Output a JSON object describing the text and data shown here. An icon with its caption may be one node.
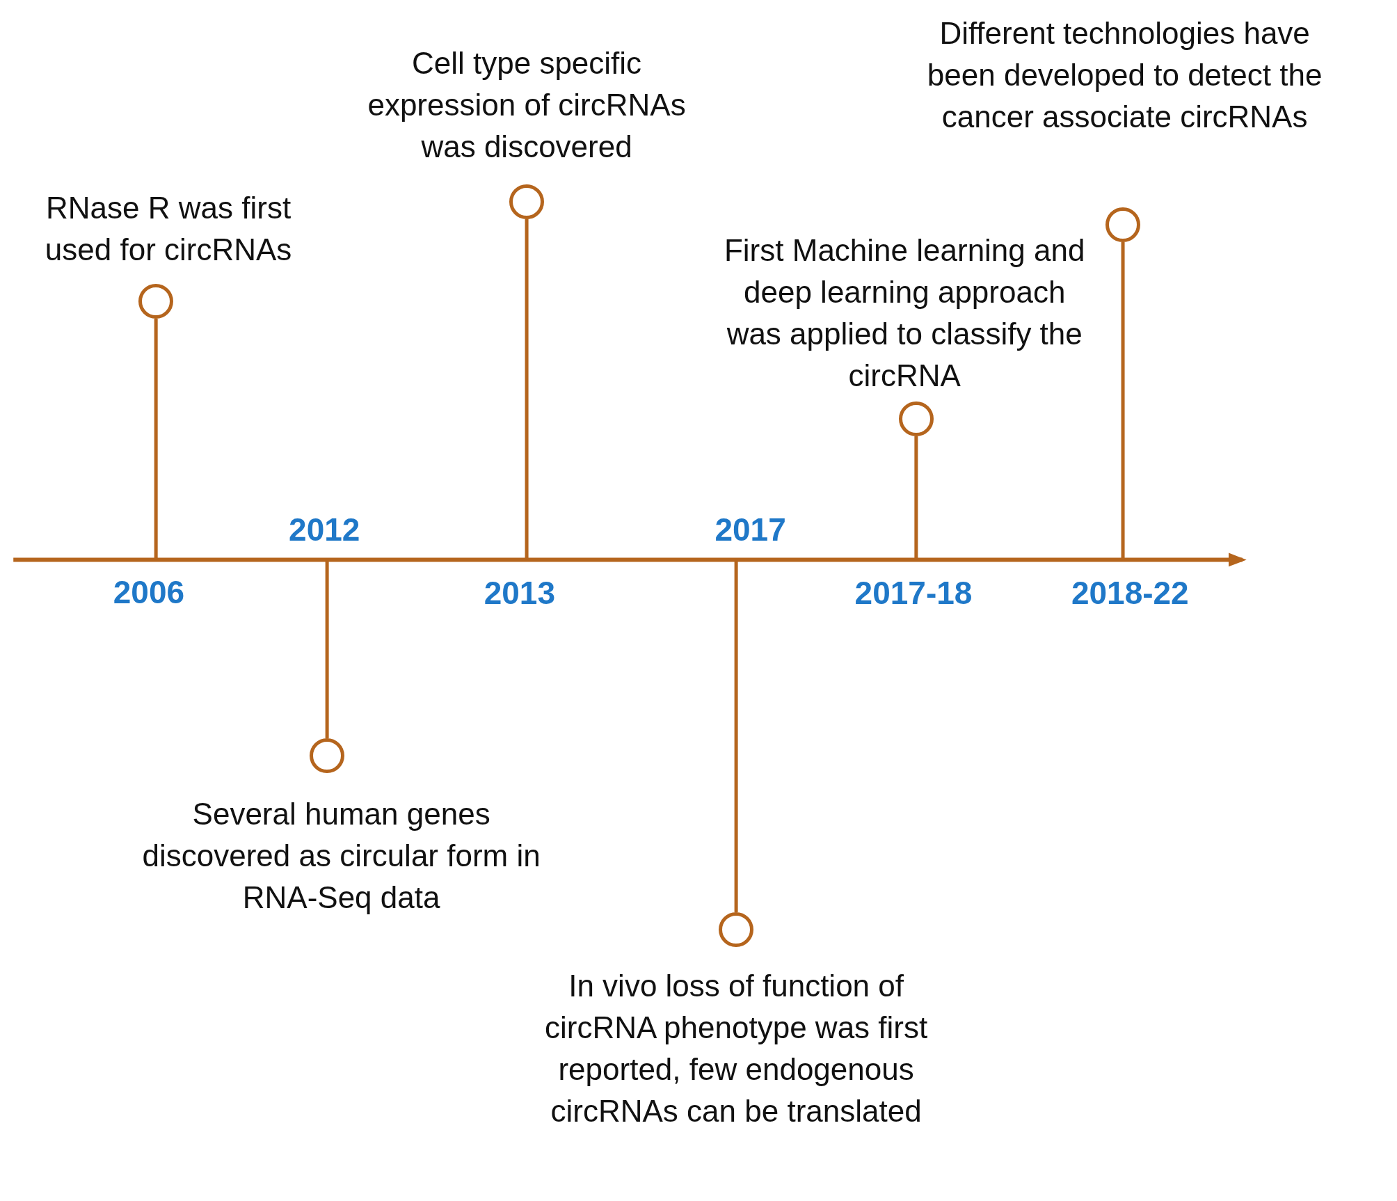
{
  "diagram": {
    "nodes": [
      {
        "text": [],
        "shape": "circle",
        "beside": [
          "RNase R was first used  for circRNAs"
        ]
      },
      {
        "text": [],
        "shape": "circle",
        "beside": [
          "Several human  genes discovered as circular form in RNA-Seq  data"
        ]
      },
      {
        "text": [],
        "shape": "circle",
        "beside": [
          "Cell type specific expression of circRNAs was discovered"
        ]
      },
      {
        "text": [],
        "shape": "circle",
        "beside": [
          "In vivo loss of function of circRNA phenotype was first reported, few endogenous  circRNAs can be translated"
        ]
      },
      {
        "text": [],
        "shape": "circle",
        "beside": [
          "First Machine learning and  deep learning approach was applied to classify the circRNA"
        ]
      },
      {
        "text": [],
        "shape": "circle",
        "beside": [
          "Different technologies have been developed to detect the cancer associate circRNAs"
        ]
      }
    ],
    "edges": [
      {
        "from": null,
        "to": 0,
        "arrow": "none"
      },
      {
        "from": null,
        "to": 1,
        "arrow": "none"
      },
      {
        "from": null,
        "to": 2,
        "arrow": "none"
      },
      {
        "from": null,
        "to": 3,
        "arrow": "none"
      },
      {
        "from": null,
        "to": 4,
        "arrow": "none"
      },
      {
        "from": null,
        "to": 5,
        "arrow": "none"
      }
    ],
    "labels": [
      "2006",
      "2012",
      "2013",
      "2017",
      "2017-18",
      "2018-22"
    ]
  }
}
